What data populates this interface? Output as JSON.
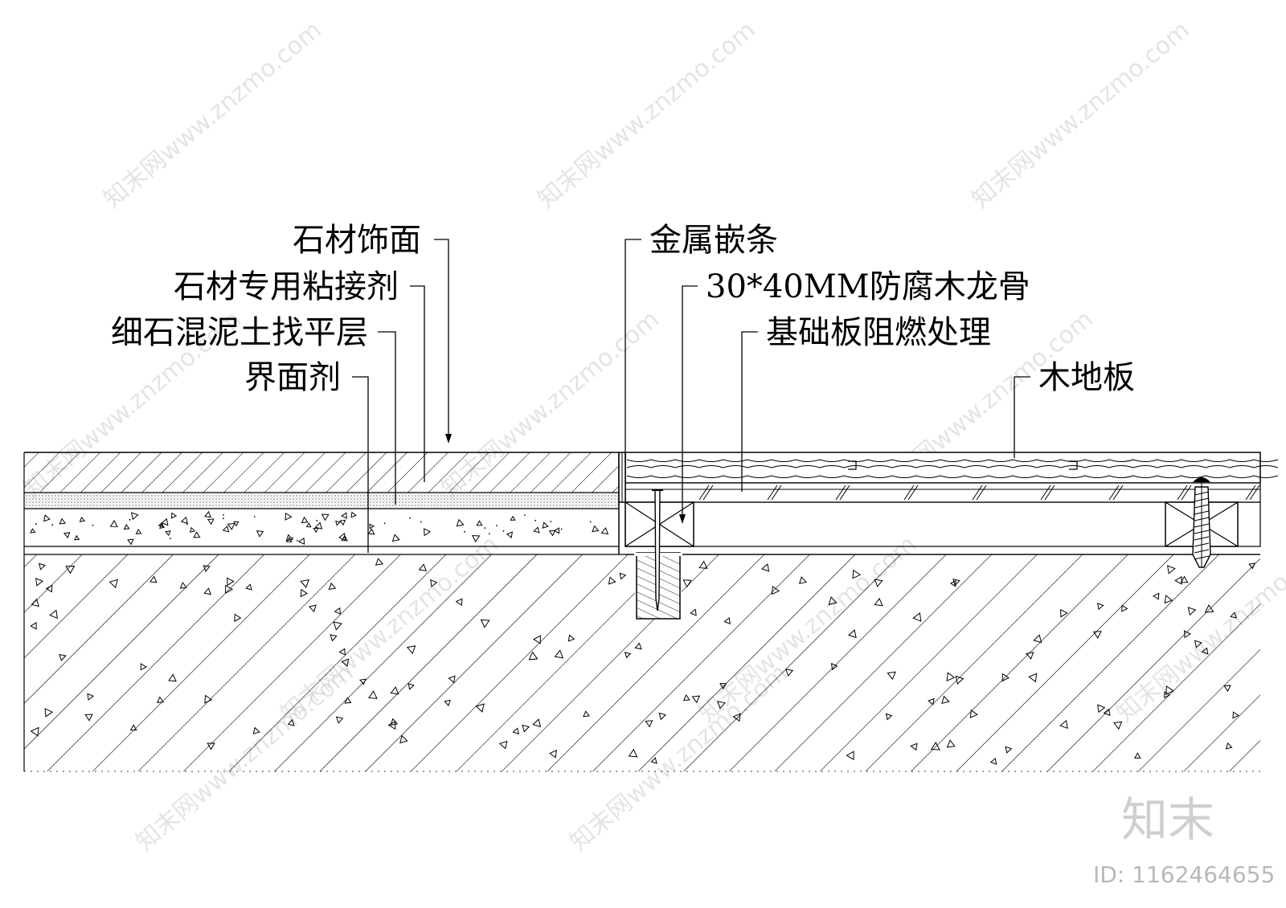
{
  "labels_left": [
    {
      "key": "stone_finish",
      "text": "石材饰面"
    },
    {
      "key": "stone_adhesive",
      "text": "石材专用粘接剂"
    },
    {
      "key": "leveling_layer",
      "text": "细石混泥土找平层"
    },
    {
      "key": "interface_agent",
      "text": "界面剂"
    }
  ],
  "labels_right": [
    {
      "key": "metal_strip",
      "text": "金属嵌条"
    },
    {
      "key": "wood_joist",
      "text": "30*40MM防腐木龙骨"
    },
    {
      "key": "base_board",
      "text": "基础板阻燃处理"
    },
    {
      "key": "wood_floor",
      "text": "木地板"
    }
  ],
  "watermark": {
    "repeat_text": "知末网www.znzmo.com",
    "brand": "知末",
    "id_text": "ID: 1162464655"
  }
}
